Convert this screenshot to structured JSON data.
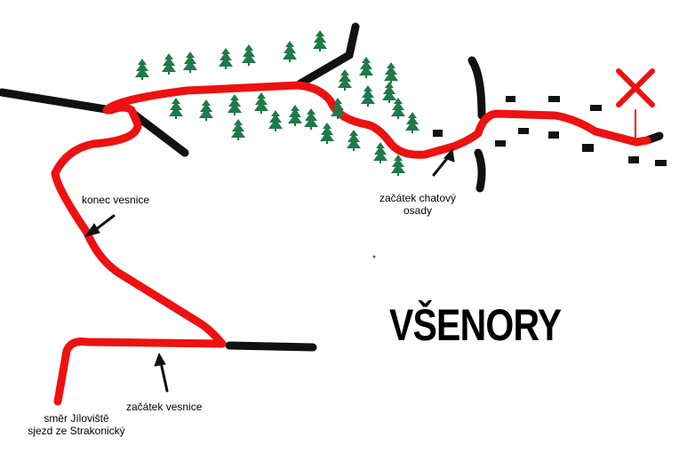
{
  "map": {
    "title": "VŠENORY",
    "labels": {
      "village_end": "konec vesnice",
      "cottage_start_line1": "začátek chatový",
      "cottage_start_line2": "osady",
      "village_start": "začátek vesnice",
      "direction_line1": "směr Jíloviště",
      "direction_line2": "sjezd ze Strakonický"
    },
    "colors": {
      "route": "#ee1111",
      "road": "#111111",
      "tree": "#1f7a4a",
      "destination": "#ee1111"
    },
    "icons": {
      "destination": "x-mark-icon",
      "tree": "conifer-tree-icon",
      "building": "cottage-block-icon",
      "arrow": "arrow-icon"
    }
  }
}
